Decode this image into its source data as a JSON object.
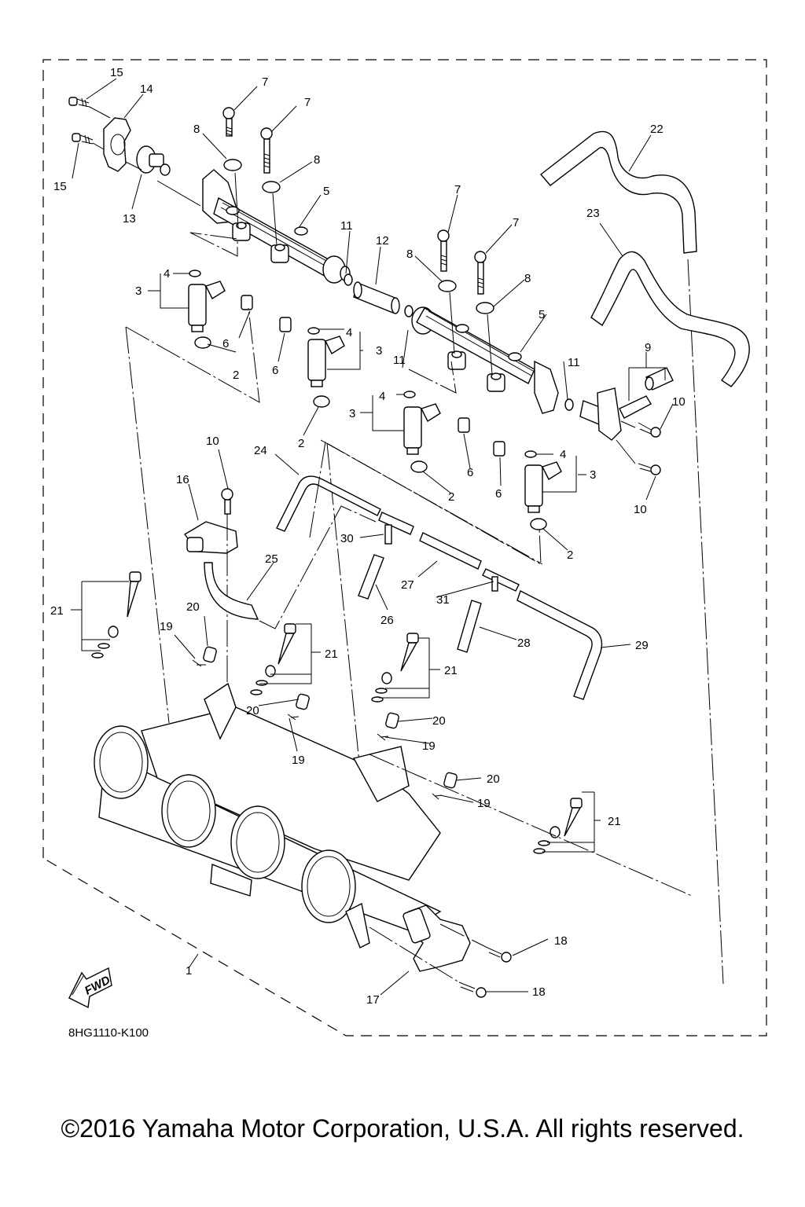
{
  "diagram": {
    "title": "Throttle body / fuel injector assembly exploded view",
    "part_code": "8HG1110-K100",
    "direction_badge": "FWD",
    "copyright": "©2016 Yamaha Motor Corporation, U.S.A. All rights reserved.",
    "callouts": [
      {
        "id": "c15a",
        "text": "15",
        "ref": "bolt"
      },
      {
        "id": "c14",
        "text": "14",
        "ref": "gasket"
      },
      {
        "id": "c15b",
        "text": "15",
        "ref": "bolt"
      },
      {
        "id": "c13",
        "text": "13",
        "ref": "pressure-regulator"
      },
      {
        "id": "c7a",
        "text": "7",
        "ref": "bolt"
      },
      {
        "id": "c7b",
        "text": "7",
        "ref": "bolt"
      },
      {
        "id": "c8a",
        "text": "8",
        "ref": "washer"
      },
      {
        "id": "c8b",
        "text": "8",
        "ref": "washer"
      },
      {
        "id": "c5a",
        "text": "5",
        "ref": "fuel-rail"
      },
      {
        "id": "c11a",
        "text": "11",
        "ref": "o-ring"
      },
      {
        "id": "c12",
        "text": "12",
        "ref": "joint-pipe"
      },
      {
        "id": "c22",
        "text": "22",
        "ref": "hose"
      },
      {
        "id": "c23",
        "text": "23",
        "ref": "hose"
      },
      {
        "id": "c7c",
        "text": "7",
        "ref": "bolt"
      },
      {
        "id": "c7d",
        "text": "7",
        "ref": "bolt"
      },
      {
        "id": "c8c",
        "text": "8",
        "ref": "washer"
      },
      {
        "id": "c8d",
        "text": "8",
        "ref": "washer"
      },
      {
        "id": "c5b",
        "text": "5",
        "ref": "fuel-rail"
      },
      {
        "id": "c4a",
        "text": "4",
        "ref": "o-ring"
      },
      {
        "id": "c3a",
        "text": "3",
        "ref": "injector"
      },
      {
        "id": "c6a",
        "text": "6",
        "ref": "collar"
      },
      {
        "id": "c2a",
        "text": "2",
        "ref": "seal"
      },
      {
        "id": "c6b",
        "text": "6",
        "ref": "collar"
      },
      {
        "id": "c4b",
        "text": "4",
        "ref": "o-ring"
      },
      {
        "id": "c3b",
        "text": "3",
        "ref": "injector"
      },
      {
        "id": "c11b",
        "text": "11",
        "ref": "o-ring"
      },
      {
        "id": "c2b",
        "text": "2",
        "ref": "seal"
      },
      {
        "id": "c4c",
        "text": "4",
        "ref": "o-ring"
      },
      {
        "id": "c3c",
        "text": "3",
        "ref": "injector"
      },
      {
        "id": "c11c",
        "text": "11",
        "ref": "o-ring"
      },
      {
        "id": "c9",
        "text": "9",
        "ref": "fuel-pipe"
      },
      {
        "id": "c10a",
        "text": "10",
        "ref": "bolt"
      },
      {
        "id": "c10b",
        "text": "10",
        "ref": "bolt"
      },
      {
        "id": "c6c",
        "text": "6",
        "ref": "collar"
      },
      {
        "id": "c6d",
        "text": "6",
        "ref": "collar"
      },
      {
        "id": "c2c",
        "text": "2",
        "ref": "seal"
      },
      {
        "id": "c4d",
        "text": "4",
        "ref": "o-ring"
      },
      {
        "id": "c3d",
        "text": "3",
        "ref": "injector"
      },
      {
        "id": "c2d",
        "text": "2",
        "ref": "seal"
      },
      {
        "id": "c10c",
        "text": "10",
        "ref": "bolt"
      },
      {
        "id": "c16",
        "text": "16",
        "ref": "sensor"
      },
      {
        "id": "c24",
        "text": "24",
        "ref": "hose"
      },
      {
        "id": "c30",
        "text": "30",
        "ref": "t-joint"
      },
      {
        "id": "c25",
        "text": "25",
        "ref": "hose"
      },
      {
        "id": "c27",
        "text": "27",
        "ref": "hose"
      },
      {
        "id": "c26",
        "text": "26",
        "ref": "hose"
      },
      {
        "id": "c31",
        "text": "31",
        "ref": "t-joint"
      },
      {
        "id": "c28",
        "text": "28",
        "ref": "hose"
      },
      {
        "id": "c29",
        "text": "29",
        "ref": "hose"
      },
      {
        "id": "c21a",
        "text": "21",
        "ref": "screw-set"
      },
      {
        "id": "c20a",
        "text": "20",
        "ref": "cap"
      },
      {
        "id": "c19a",
        "text": "19",
        "ref": "clip"
      },
      {
        "id": "c21b",
        "text": "21",
        "ref": "screw-set"
      },
      {
        "id": "c21c",
        "text": "21",
        "ref": "screw-set"
      },
      {
        "id": "c20b",
        "text": "20",
        "ref": "cap"
      },
      {
        "id": "c19b",
        "text": "19",
        "ref": "clip"
      },
      {
        "id": "c20c",
        "text": "20",
        "ref": "cap"
      },
      {
        "id": "c19c",
        "text": "19",
        "ref": "clip"
      },
      {
        "id": "c20d",
        "text": "20",
        "ref": "cap"
      },
      {
        "id": "c19d",
        "text": "19",
        "ref": "clip"
      },
      {
        "id": "c21d",
        "text": "21",
        "ref": "screw-set"
      },
      {
        "id": "c18a",
        "text": "18",
        "ref": "screw"
      },
      {
        "id": "c18b",
        "text": "18",
        "ref": "screw"
      },
      {
        "id": "c17",
        "text": "17",
        "ref": "throttle-position-sensor"
      },
      {
        "id": "c1",
        "text": "1",
        "ref": "throttle-body-assembly"
      }
    ]
  }
}
